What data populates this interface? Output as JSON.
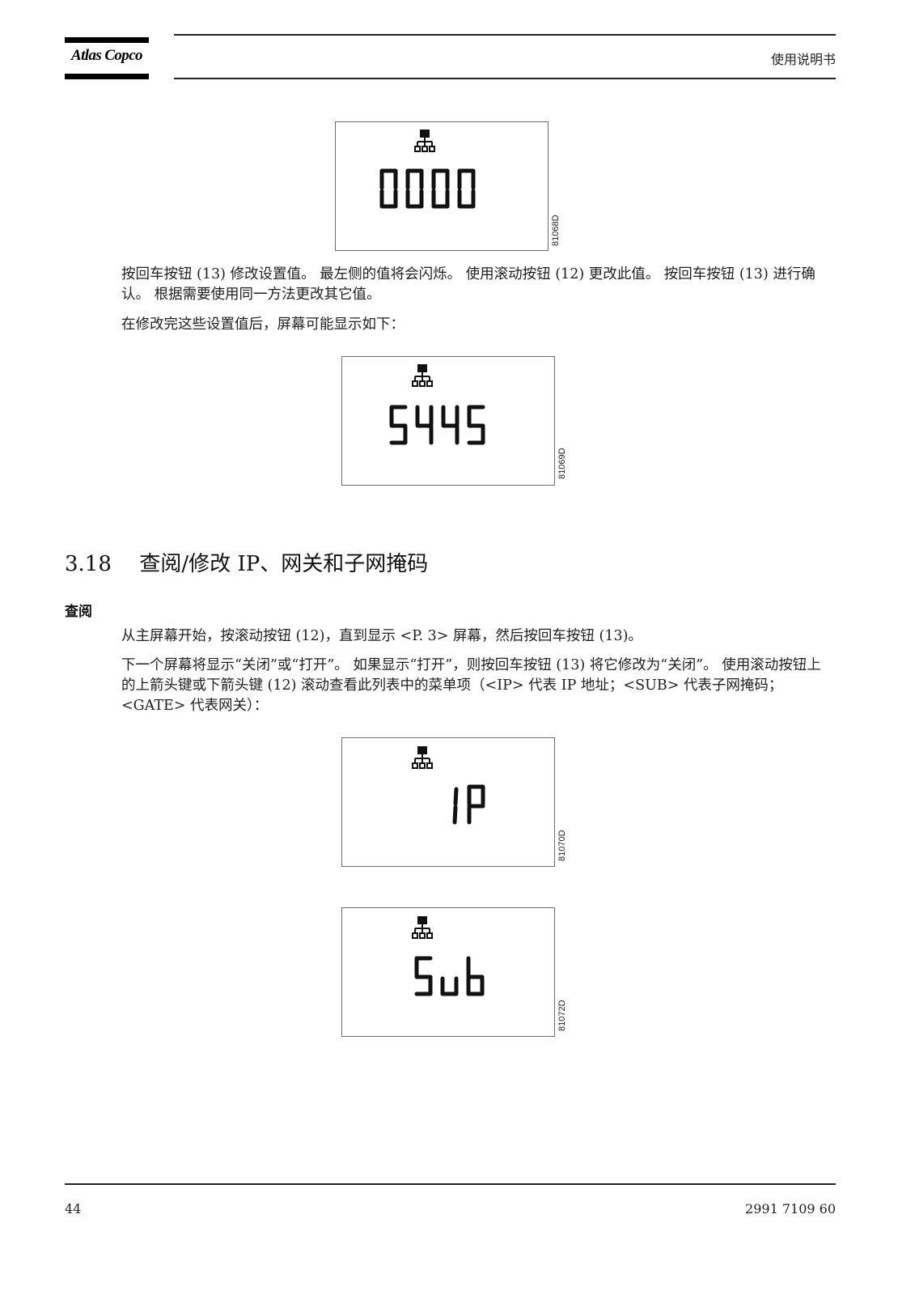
{
  "header": {
    "logo_text": "Atlas Copco",
    "title": "使用说明书"
  },
  "figures": [
    {
      "id": "81068D",
      "display": "0000"
    },
    {
      "id": "81069D",
      "display": "5445"
    },
    {
      "id": "81070D",
      "display": "IP"
    },
    {
      "id": "81072D",
      "display": "Sub"
    }
  ],
  "paragraphs": {
    "p1": "按回车按钮 (13) 修改设置值。 最左侧的值将会闪烁。 使用滚动按钮 (12) 更改此值。 按回车按钮 (13) 进行确认。 根据需要使用同一方法更改其它值。",
    "p2": "在修改完这些设置值后，屏幕可能显示如下：",
    "p3": "从主屏幕开始，按滚动按钮 (12)，直到显示 <P. 3> 屏幕，然后按回车按钮 (13)。",
    "p4": "下一个屏幕将显示“关闭”或“打开”。 如果显示“打开”，则按回车按钮 (13) 将它修改为“关闭”。 使用滚动按钮上的上箭头键或下箭头键 (12) 滚动查看此列表中的菜单项（<IP> 代表 IP 地址；<SUB> 代表子网掩码；<GATE> 代表网关）："
  },
  "section": {
    "number": "3.18",
    "title": "查阅/修改 IP、网关和子网掩码",
    "subheading": "查阅"
  },
  "footer": {
    "page_number": "44",
    "doc_number": "2991 7109 60"
  }
}
